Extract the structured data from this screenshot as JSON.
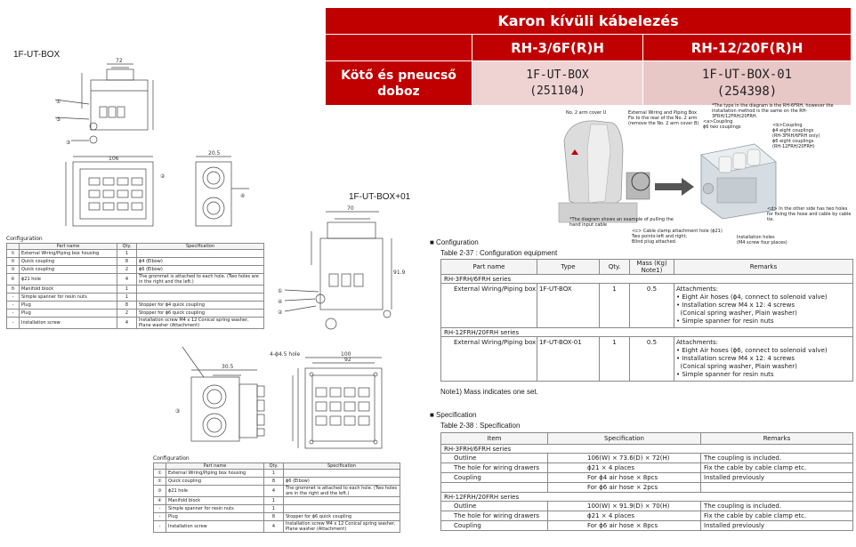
{
  "header": {
    "title": "Karon kívüli kábelezés",
    "col1": "RH-3/6F(R)H",
    "col2": "RH-12/20F(R)H",
    "row_label_line1": "Kötő és pneucső",
    "row_label_line2": "doboz",
    "col1_part": "1F-UT-BOX",
    "col1_code": "(251104)",
    "col2_part": "1F-UT-BOX-01",
    "col2_code": "(254398)"
  },
  "drawing_labels": {
    "box1": "1F-UT-BOX",
    "box2": "1F-UT-BOX+01"
  },
  "photo": {
    "note_arm": "No. 2 arm cover U",
    "note_ext": "External Wiring and Piping Box\nFix to the rear of the No. 2 arm\n(remove the No. 2 arm cover B)",
    "note_type": "*The type in the diagram is the RH-6FRH, however the installation method is the same on the RH-3FRH/12FRH/20FRH.",
    "note_a": "<a>Coupling\nϕ6 two couplings",
    "note_b": "<b>Coupling\nϕ4 eight couplings\n(RH-3FRH/6FRH only)\nϕ6 eight couplings\n(RH-12FRH/20FRH)",
    "note_diagram": "*The diagram shows an example of pulling the hand input cable",
    "note_c": "<c> Cable clamp attachment hole (ϕ21)\nTwo points-left and right,\nBlind plug attached.",
    "note_d": "<d> In the other side has two holes for fixing the hose and cable by cable tie.",
    "note_holes": "Installation holes\n(M4 screw four places)"
  },
  "config1": {
    "title": "Configuration",
    "headers": [
      "",
      "Part name",
      "Qty.",
      "Specification"
    ],
    "rows": [
      [
        "①",
        "External Wiring/Piping box housing",
        "1",
        ""
      ],
      [
        "②",
        "Quick coupling",
        "8",
        "ϕ4 (Elbow)"
      ],
      [
        "③",
        "Quick coupling",
        "2",
        "ϕ6 (Elbow)"
      ],
      [
        "④",
        "ϕ21 hole",
        "4",
        "The grommet is attached to each hole. (Two holes are in the right and the left.)"
      ],
      [
        "⑤",
        "Manifold block",
        "1",
        ""
      ],
      [
        "-",
        "Simple spanner for resin nuts",
        "1",
        ""
      ],
      [
        "-",
        "Plug",
        "8",
        "Stopper for ϕ4 quick coupling"
      ],
      [
        "-",
        "Plug",
        "2",
        "Stopper for ϕ6 quick coupling"
      ],
      [
        "-",
        "Installation screw",
        "4",
        "Installation screw M4 x 12 Conical spring washer, Plane washer (Attachment)"
      ]
    ]
  },
  "config2": {
    "title": "Configuration",
    "headers": [
      "",
      "Part name",
      "Qty.",
      "Specification"
    ],
    "rows": [
      [
        "①",
        "External Wiring/Piping box housing",
        "1",
        ""
      ],
      [
        "②",
        "Quick coupling",
        "8",
        "ϕ6 (Elbow)"
      ],
      [
        "③",
        "ϕ21 hole",
        "4",
        "The grommet is attached to each hole. (Two holes are in the right and the left.)"
      ],
      [
        "④",
        "Manifold block",
        "1",
        ""
      ],
      [
        "-",
        "Simple spanner for resin nuts",
        "1",
        ""
      ],
      [
        "-",
        "Plug",
        "8",
        "Stopper for ϕ6 quick coupling"
      ],
      [
        "-",
        "Installation screw",
        "4",
        "Installation screw M4 x 12 Conical spring washer, Plane washer (Attachment)"
      ]
    ]
  },
  "configuration": {
    "heading": "■ Configuration",
    "caption": "Table 2-37 : Configuration equipment",
    "headers": [
      "Part name",
      "Type",
      "Qty.",
      "Mass (Kg) Note1)",
      "Remarks"
    ],
    "series1": "RH-3FRH/6FRH series",
    "row1": [
      "External Wiring/Piping box",
      "1F-UT-BOX",
      "1",
      "0.5"
    ],
    "remarks1": [
      "Attachments:",
      "• Eight Air hoses (ϕ4, connect to solenoid valve)",
      "• Installation screw M4 x 12: 4 screws",
      "  (Conical spring washer, Plain washer)",
      "• Simple spanner for resin nuts"
    ],
    "series2": "RH-12FRH/20FRH series",
    "row2": [
      "External Wiring/Piping box",
      "1F-UT-BOX-01",
      "1",
      "0.5"
    ],
    "remarks2": [
      "Attachments:",
      "• Eight Air hoses (ϕ6, connect to solenoid valve)",
      "• Installation screw M4 x 12: 4 screws",
      "  (Conical spring washer, Plain washer)",
      "• Simple spanner for resin nuts"
    ],
    "note": "Note1)  Mass indicates one set."
  },
  "specification": {
    "heading": "■ Specification",
    "caption": "Table 2-38 : Specification",
    "headers": [
      "Item",
      "Specification",
      "Remarks"
    ],
    "series1": "RH-3FRH/6FRH series",
    "rows1": [
      [
        "Outline",
        "106(W) × 73.6(D) × 72(H)",
        "The coupling is included."
      ],
      [
        "The hole for wiring drawers",
        "ϕ21 × 4 places",
        "Fix the cable by cable clamp etc."
      ],
      [
        "Coupling",
        "For ϕ4 air hose × 8pcs",
        "Installed previously"
      ],
      [
        "",
        "For ϕ6 air hose × 2pcs",
        ""
      ]
    ],
    "series2": "RH-12FRH/20FRH series",
    "rows2": [
      [
        "Outline",
        "100(W) × 91.9(D) × 70(H)",
        "The coupling is included."
      ],
      [
        "The hole for wiring drawers",
        "ϕ21 × 4 places",
        "Fix the cable by cable clamp etc."
      ],
      [
        "Coupling",
        "For ϕ6 air hose × 8pcs",
        "Installed previously"
      ]
    ]
  }
}
